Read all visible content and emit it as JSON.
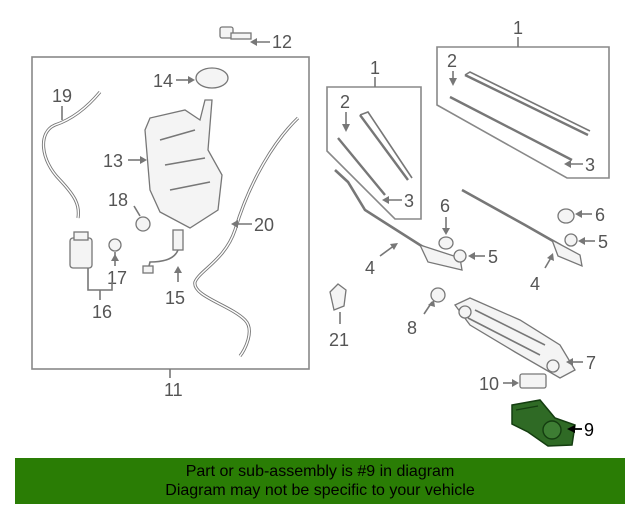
{
  "diagram": {
    "callouts": {
      "c12": "12",
      "c14": "14",
      "c19": "19",
      "c13": "13",
      "c18": "18",
      "c17": "17",
      "c16": "16",
      "c15": "15",
      "c20": "20",
      "c11": "11",
      "c21": "21",
      "c1a": "1",
      "c2a": "2",
      "c3a": "3",
      "c4a": "4",
      "c1b": "1",
      "c2b": "2",
      "c3b": "3",
      "c6a": "6",
      "c5a": "5",
      "c4b": "4",
      "c6b": "6",
      "c5b": "5",
      "c8": "8",
      "c7": "7",
      "c10": "10",
      "c9": "9"
    }
  },
  "banner": {
    "line1": "Part or sub-assembly is #9 in diagram",
    "line2": "Diagram may not be specific to your vehicle"
  },
  "colors": {
    "banner_bg": "#2a7d05",
    "line": "#777777"
  }
}
